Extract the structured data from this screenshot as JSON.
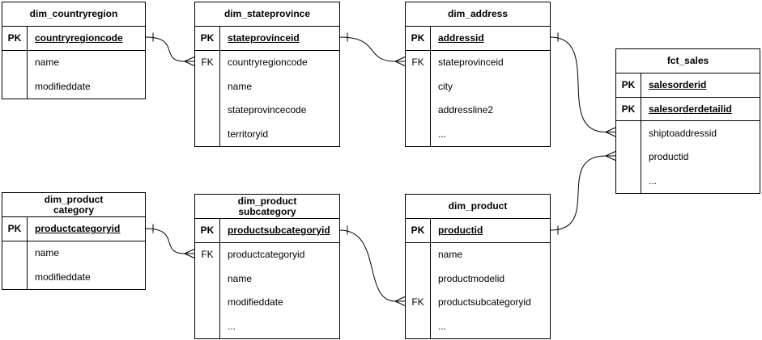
{
  "diagram": {
    "kind": "entity-relationship-diagram",
    "background_color": "#ffffff",
    "stroke_color": "#000000",
    "text_color": "#000000"
  },
  "tables": [
    {
      "title": "dim_countryregion",
      "rows": [
        {
          "key": "PK",
          "field": "countryregioncode"
        },
        {
          "key": "",
          "field": "name"
        },
        {
          "key": "",
          "field": "modifieddate"
        }
      ]
    },
    {
      "title": "dim_stateprovince",
      "rows": [
        {
          "key": "PK",
          "field": "stateprovinceid"
        },
        {
          "key": "FK",
          "field": "countryregioncode"
        },
        {
          "key": "",
          "field": "name"
        },
        {
          "key": "",
          "field": "stateprovincecode"
        },
        {
          "key": "",
          "field": "territoryid"
        }
      ]
    },
    {
      "title": "dim_address",
      "rows": [
        {
          "key": "PK",
          "field": "addressid"
        },
        {
          "key": "FK",
          "field": "stateprovinceid"
        },
        {
          "key": "",
          "field": "city"
        },
        {
          "key": "",
          "field": "addressline2"
        },
        {
          "key": "",
          "field": "..."
        }
      ]
    },
    {
      "title": "fct_sales",
      "rows": [
        {
          "key": "PK",
          "field": "salesorderid"
        },
        {
          "key": "PK",
          "field": "salesorderdetailid"
        },
        {
          "key": "",
          "field": "shiptoaddressid"
        },
        {
          "key": "",
          "field": "productid"
        },
        {
          "key": "",
          "field": "..."
        }
      ]
    },
    {
      "title": "dim_product\ncategory",
      "rows": [
        {
          "key": "PK",
          "field": "productcategoryid"
        },
        {
          "key": "",
          "field": "name"
        },
        {
          "key": "",
          "field": "modifieddate"
        }
      ]
    },
    {
      "title": "dim_product\nsubcategory",
      "rows": [
        {
          "key": "PK",
          "field": "productsubcategoryid"
        },
        {
          "key": "FK",
          "field": "productcategoryid"
        },
        {
          "key": "",
          "field": "name"
        },
        {
          "key": "",
          "field": "modifieddate"
        },
        {
          "key": "",
          "field": "..."
        }
      ]
    },
    {
      "title": "dim_product",
      "rows": [
        {
          "key": "PK",
          "field": "productid"
        },
        {
          "key": "",
          "field": "name"
        },
        {
          "key": "",
          "field": "productmodelid"
        },
        {
          "key": "FK",
          "field": "productsubcategoryid"
        },
        {
          "key": "",
          "field": "..."
        }
      ]
    }
  ],
  "relationships": [
    {
      "from_table": "dim_countryregion",
      "from_field": "countryregioncode",
      "from_cardinality": "one",
      "to_table": "dim_stateprovince",
      "to_field": "countryregioncode",
      "to_cardinality": "many"
    },
    {
      "from_table": "dim_stateprovince",
      "from_field": "stateprovinceid",
      "from_cardinality": "one",
      "to_table": "dim_address",
      "to_field": "stateprovinceid",
      "to_cardinality": "many"
    },
    {
      "from_table": "dim_address",
      "from_field": "addressid",
      "from_cardinality": "one",
      "to_table": "fct_sales",
      "to_field": "shiptoaddressid",
      "to_cardinality": "many"
    },
    {
      "from_table": "dim_product",
      "from_field": "productid",
      "from_cardinality": "one",
      "to_table": "fct_sales",
      "to_field": "productid",
      "to_cardinality": "many"
    },
    {
      "from_table": "dim_productcategory",
      "from_field": "productcategoryid",
      "from_cardinality": "one",
      "to_table": "dim_productsubcategory",
      "to_field": "productcategoryid",
      "to_cardinality": "many"
    },
    {
      "from_table": "dim_productsubcategory",
      "from_field": "productsubcategoryid",
      "from_cardinality": "one",
      "to_table": "dim_product",
      "to_field": "productsubcategoryid",
      "to_cardinality": "many"
    }
  ]
}
